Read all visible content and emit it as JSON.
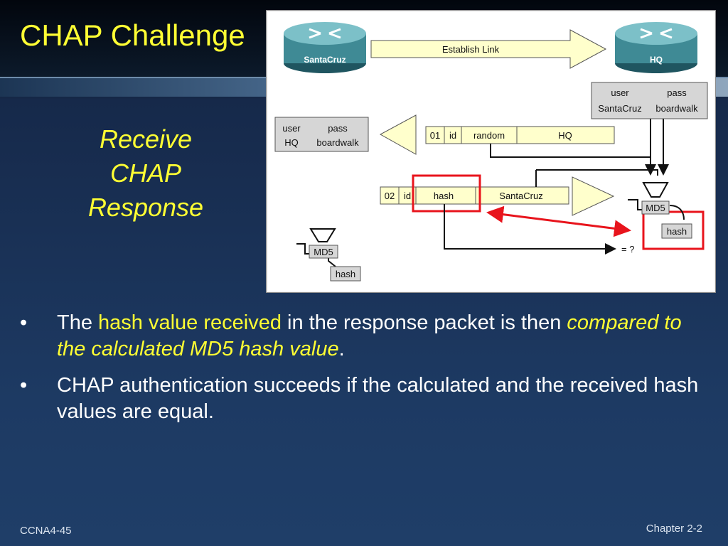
{
  "slide": {
    "title": "CHAP Challenge",
    "subtitle_lines": [
      "Receive",
      "CHAP",
      "Response"
    ]
  },
  "diagram": {
    "router_left": "SantaCruz",
    "router_right": "HQ",
    "establish_link": "Establish Link",
    "hq_credentials": {
      "user_header": "user",
      "pass_header": "pass",
      "user": "SantaCruz",
      "pass": "boardwalk"
    },
    "sc_credentials": {
      "user_header": "user",
      "pass_header": "pass",
      "user": "HQ",
      "pass": "boardwalk"
    },
    "challenge_packet": [
      "01",
      "id",
      "random",
      "HQ"
    ],
    "response_packet": [
      "02",
      "id",
      "hash",
      "SantaCruz"
    ],
    "md5_label": "MD5",
    "hash_label": "hash",
    "compare_label": "= ?"
  },
  "bullets": [
    {
      "marker": "•",
      "segments": [
        {
          "text": "The ",
          "style": "normal"
        },
        {
          "text": "hash value received",
          "style": "highlight"
        },
        {
          "text": " in the response packet is then ",
          "style": "normal"
        },
        {
          "text": "compared to the calculated MD5 hash value",
          "style": "italic"
        },
        {
          "text": ".",
          "style": "normal"
        }
      ]
    },
    {
      "marker": "•",
      "segments": [
        {
          "text": "CHAP authentication succeeds if the calculated and the received hash values are equal.",
          "style": "normal"
        }
      ]
    }
  ],
  "footer": {
    "left": "CCNA4-45",
    "right": "Chapter 2-2"
  },
  "colors": {
    "title": "#ffff33",
    "highlight": "#ffff33",
    "body_text": "#ffffff",
    "packet_fill": "#ffffcc",
    "arrow_fill": "#ffffcc",
    "router": "#3f8a95",
    "emphasis": "#e8141c"
  }
}
